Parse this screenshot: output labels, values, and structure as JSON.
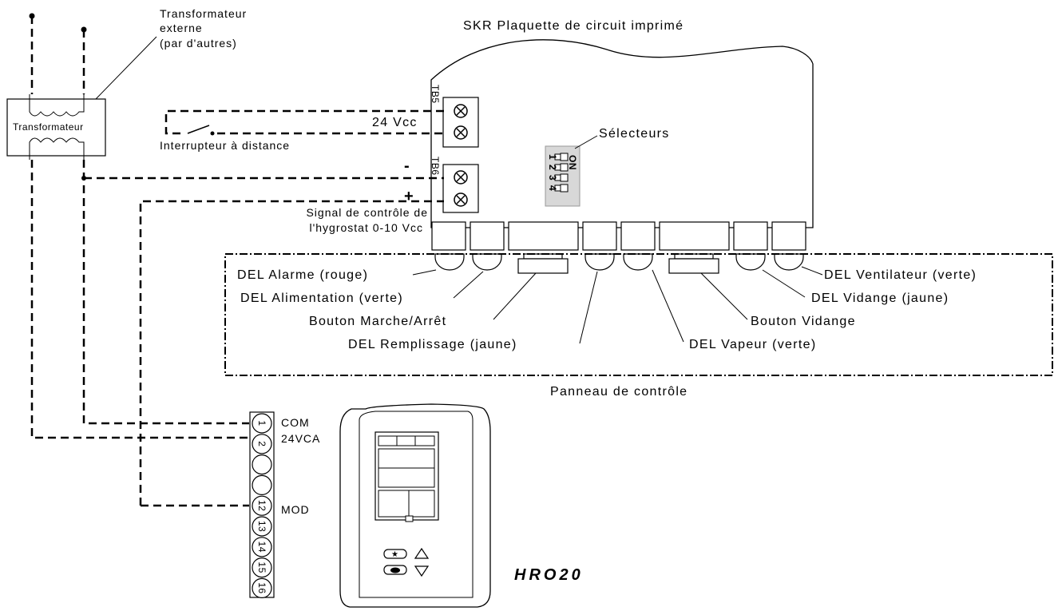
{
  "board": {
    "title": "SKR Plaquette de circuit imprimé",
    "tb5": "TB5",
    "tb6": "TB6"
  },
  "transformer": {
    "label": "Transformateur",
    "ext_line1": "Transformateur",
    "ext_line2": "externe",
    "ext_line3": "(par d'autres)"
  },
  "wiring": {
    "v24": "24 Vcc",
    "remote_switch": "Interrupteur à distance",
    "minus": "-",
    "plus": "+",
    "signal_line1": "Signal de contrôle de",
    "signal_line2": "l'hygrostat 0-10 Vcc"
  },
  "selectors": {
    "label": "Sélecteurs",
    "on": "ON",
    "numbers": [
      "1",
      "2",
      "3",
      "4"
    ]
  },
  "panel": {
    "label": "Panneau de contrôle",
    "led_alarm": "DEL Alarme (rouge)",
    "led_power": "DEL Alimentation (verte)",
    "btn_onoff": "Bouton Marche/Arrêt",
    "led_fill": "DEL Remplissage (jaune)",
    "led_steam": "DEL Vapeur (verte)",
    "btn_drain": "Bouton Vidange",
    "led_drain": "DEL Vidange (jaune)",
    "led_fan": "DEL Ventilateur (verte)"
  },
  "terminal": {
    "numbers": [
      "1",
      "2",
      "",
      "",
      "12",
      "13",
      "14",
      "15",
      "16"
    ],
    "com": "COM",
    "vca": "24VCA",
    "mod": "MOD"
  },
  "device": {
    "model": "HRO20",
    "star": "★"
  }
}
